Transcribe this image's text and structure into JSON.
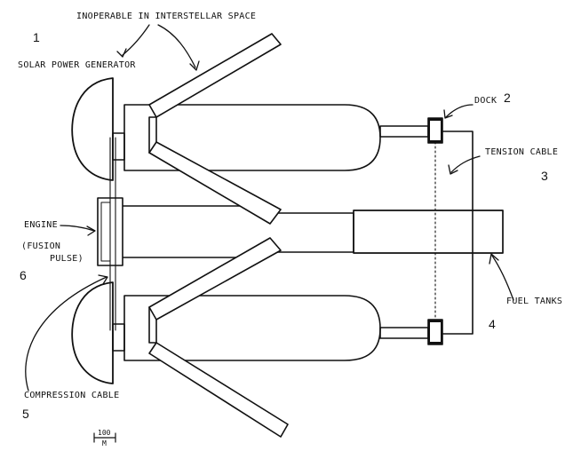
{
  "labels": {
    "inoperable": "INOPERABLE IN INTERSTELLAR SPACE",
    "solar": "SOLAR POWER GENERATOR",
    "dock": "DOCK",
    "tension_cable": "TENSION CABLE",
    "engine": "ENGINE",
    "fusion_line1": "(FUSION",
    "fusion_line2": "PULSE)",
    "fuel_tanks": "FUEL TANKS",
    "compression_cable": "COMPRESSION CABLE"
  },
  "numbers": {
    "n1": "1",
    "n2": "2",
    "n3": "3",
    "n4": "4",
    "n5": "5",
    "n6": "6"
  },
  "scale_bar": {
    "value": "100",
    "unit": "M"
  },
  "colors": {
    "ink": "#111111",
    "background": "#ffffff"
  }
}
